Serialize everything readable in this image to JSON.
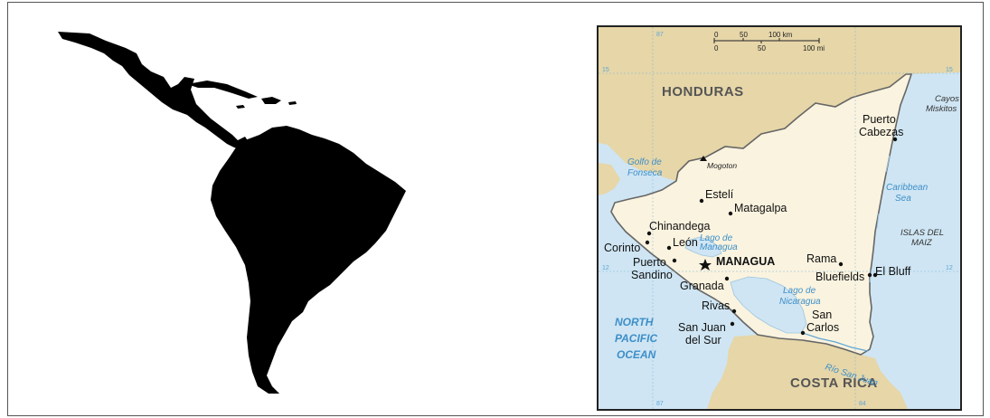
{
  "map": {
    "countries": {
      "honduras": "HONDURAS",
      "costa_rica": "COSTA RICA"
    },
    "capital": "MANAGUA",
    "cities": {
      "puerto_cabezas_1": "Puerto",
      "puerto_cabezas_2": "Cabezas",
      "esteli": "Estelí",
      "matagalpa": "Matagalpa",
      "chinandega": "Chinandega",
      "corinto": "Corinto",
      "leon": "León",
      "puerto_sandino_1": "Puerto",
      "puerto_sandino_2": "Sandino",
      "granada": "Granada",
      "rivas": "Rivas",
      "san_juan_1": "San Juan",
      "san_juan_2": "del Sur",
      "rama": "Rama",
      "bluefields": "Bluefields",
      "el_bluff": "El Bluff",
      "san_carlos_1": "San",
      "san_carlos_2": "Carlos"
    },
    "features": {
      "mogoton": "Mogoton",
      "golfo_1": "Golfo de",
      "golfo_2": "Fonseca",
      "lago_managua_1": "Lago de",
      "lago_managua_2": "Managua",
      "lago_nicaragua_1": "Lago de",
      "lago_nicaragua_2": "Nicaragua",
      "rio_san_juan": "Río San Juan",
      "caribbean_1": "Caribbean",
      "caribbean_2": "Sea",
      "cayos_1": "Cayos",
      "cayos_2": "Miskitos",
      "islas_1": "ISLAS DEL",
      "islas_2": "MAIZ",
      "ocean_1": "NORTH",
      "ocean_2": "PACIFIC",
      "ocean_3": "OCEAN"
    },
    "scale": {
      "km_labels": [
        "0",
        "50",
        "100 km"
      ],
      "mi_labels": [
        "0",
        "50",
        "100 mi"
      ]
    },
    "coords": {
      "lon_87": "87",
      "lon_84": "84",
      "lat_15": "15",
      "lat_12": "12"
    },
    "colors": {
      "land_nicaragua": "#faf3df",
      "land_neighbors": "#e6d6a8",
      "water": "#cfe5f3",
      "border": "#666666",
      "silhouette": "#000000"
    }
  }
}
